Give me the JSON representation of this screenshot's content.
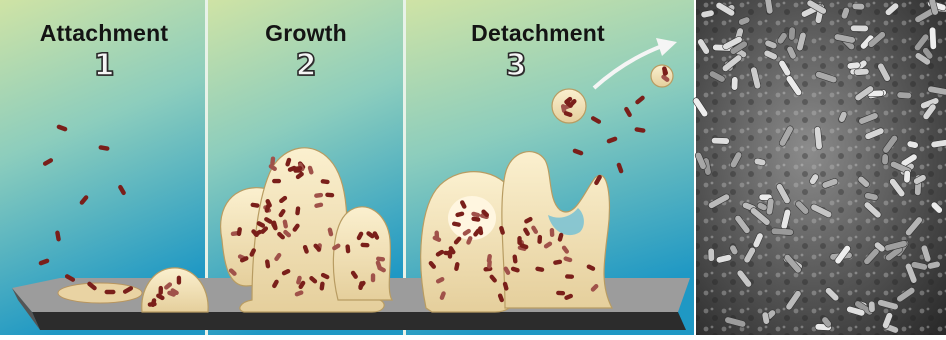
{
  "stages": [
    {
      "title": "Attachment",
      "number": "1"
    },
    {
      "title": "Growth",
      "number": "2"
    },
    {
      "title": "Detachment",
      "number": "3"
    }
  ],
  "colors": {
    "panel_top": "#c8e0a4",
    "panel_bottom": "#2b9fc8",
    "biofilm": "#f0dfb4",
    "biofilm_edge": "#c9b07c",
    "bacterium": "#7a1f1a",
    "substrate_top": "#9a9a9a",
    "substrate_front": "#2e2e2e",
    "micrograph": "#6e6e6e"
  },
  "icons": [
    "arrow-icon",
    "bacterium-icon"
  ]
}
